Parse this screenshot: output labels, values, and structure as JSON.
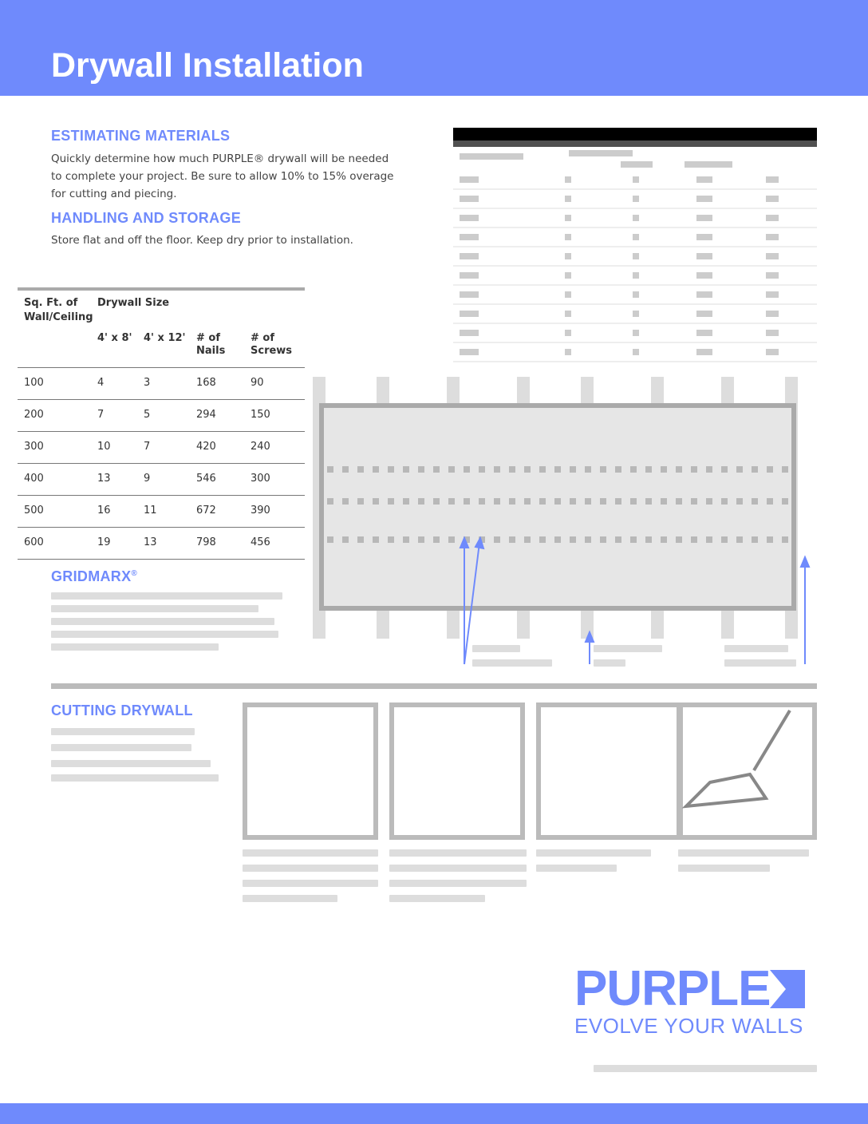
{
  "header": {
    "title": "Drywall Installation"
  },
  "sections": {
    "estimating": "ESTIMATING MATERIALS",
    "handling": "HANDLING AND STORAGE",
    "gridmarx": "GRIDMARX",
    "gridmarx_reg": "®",
    "cutting": "CUTTING DRYWALL"
  },
  "paragraphs": {
    "estimate": "Quickly determine how much PURPLE® drywall will be needed to complete your project. Be sure to allow 10% to 15% overage for cutting and piecing.",
    "storage": "Store flat and off the floor. Keep dry prior to installation."
  },
  "table": {
    "headers": {
      "sqft": "Sq. Ft. of",
      "sqft2": "Wall/Ceiling",
      "size": "Drywall Size",
      "s1": "4' x 8'",
      "s2": "4' x 12'",
      "nails": "# of Nails",
      "screws": "# of Screws"
    },
    "rows": [
      [
        "100",
        "4",
        "3",
        "168",
        "90"
      ],
      [
        "200",
        "7",
        "5",
        "294",
        "150"
      ],
      [
        "300",
        "10",
        "7",
        "420",
        "240"
      ],
      [
        "400",
        "13",
        "9",
        "546",
        "300"
      ],
      [
        "500",
        "16",
        "11",
        "672",
        "390"
      ],
      [
        "600",
        "19",
        "13",
        "798",
        "456"
      ]
    ]
  },
  "logo": {
    "brand": "PURPLE",
    "tagline": "EVOLVE YOUR WALLS"
  },
  "colors": {
    "accent": "#6f8afc"
  }
}
